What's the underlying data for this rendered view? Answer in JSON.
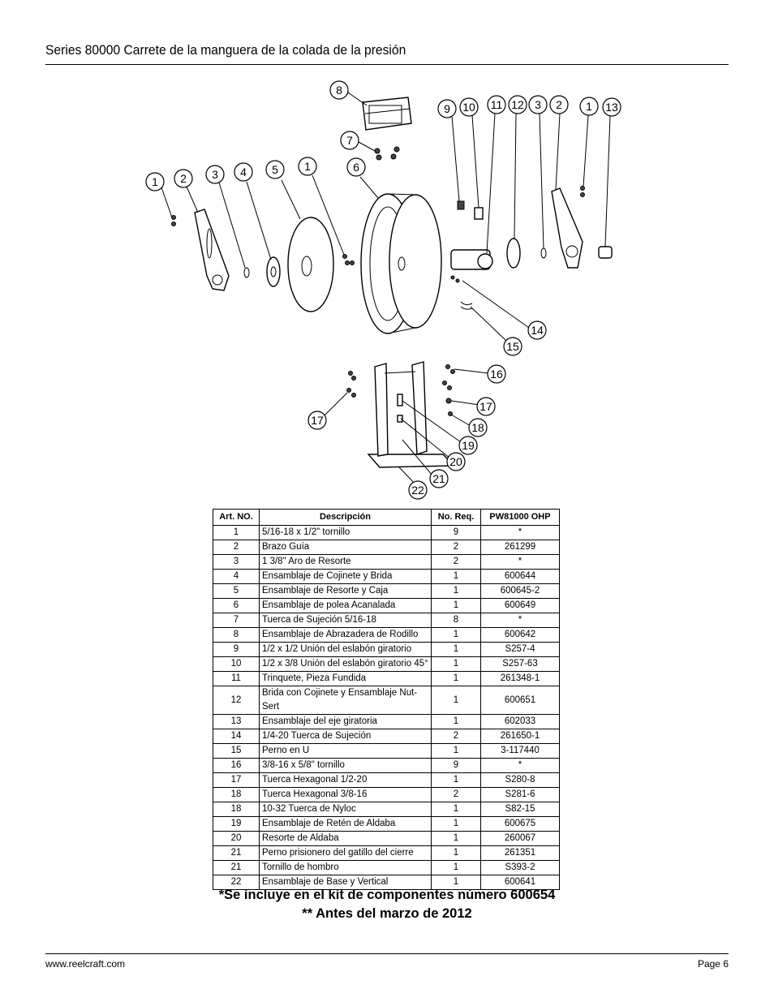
{
  "header": {
    "title": "Series 80000 Carrete de la manguera de la colada de la presión"
  },
  "diagram": {
    "callouts": [
      "8",
      "9",
      "10",
      "11",
      "12",
      "3",
      "2",
      "1",
      "13",
      "7",
      "1",
      "2",
      "3",
      "4",
      "5",
      "1",
      "6",
      "14",
      "15",
      "16",
      "17",
      "17",
      "18",
      "19",
      "20",
      "21",
      "22"
    ]
  },
  "table": {
    "headers": [
      "Art. NO.",
      "Descripción",
      "No. Req.",
      "PW81000 OHP"
    ],
    "rows": [
      [
        "1",
        "5/16-18 x 1/2\" tornillo",
        "9",
        "*"
      ],
      [
        "2",
        "Brazo Guía",
        "2",
        "261299"
      ],
      [
        "3",
        "1 3/8\" Aro de Resorte",
        "2",
        "*"
      ],
      [
        "4",
        "Ensamblaje de Cojinete y Brida",
        "1",
        "600644"
      ],
      [
        "5",
        "Ensamblaje de Resorte y Caja",
        "1",
        "600645-2"
      ],
      [
        "6",
        "Ensamblaje de polea Acanalada",
        "1",
        "600649"
      ],
      [
        "7",
        "Tuerca de Sujeción 5/16-18",
        "8",
        "*"
      ],
      [
        "8",
        "Ensamblaje de Abrazadera de Rodillo",
        "1",
        "600642"
      ],
      [
        "9",
        "1/2 x 1/2 Unión del eslabón giratorio",
        "1",
        "S257-4"
      ],
      [
        "10",
        "1/2 x 3/8 Unión del eslabón giratorio 45°",
        "1",
        "S257-63"
      ],
      [
        "11",
        "Trinquete, Pieza Fundida",
        "1",
        "261348-1"
      ],
      [
        "12",
        "Brida con Cojinete y Ensamblaje Nut-Sert",
        "1",
        "600651"
      ],
      [
        "13",
        "Ensamblaje del eje giratoria",
        "1",
        "602033"
      ],
      [
        "14",
        "1/4-20 Tuerca de Sujeción",
        "2",
        "261650-1"
      ],
      [
        "15",
        "Perno en U",
        "1",
        "3-117440"
      ],
      [
        "16",
        "3/8-16 x 5/8\" tornillo",
        "9",
        "*"
      ],
      [
        "17",
        "Tuerca Hexagonal 1/2-20",
        "1",
        "S280-8"
      ],
      [
        "18",
        "Tuerca Hexagonal 3/8-16",
        "2",
        "S281-6"
      ],
      [
        "18",
        "10-32 Tuerca de Nyloc",
        "1",
        "S82-15"
      ],
      [
        "19",
        "Ensamblaje de Retén de Aldaba",
        "1",
        "600675"
      ],
      [
        "20",
        "Resorte de Aldaba",
        "1",
        "260067"
      ],
      [
        "21",
        "Perno prisionero del gatillo del cierre",
        "1",
        "261351"
      ],
      [
        "21",
        "Tornillo de hombro",
        "1",
        "S393-2"
      ],
      [
        "22",
        "Ensamblaje de Base y Vertical",
        "1",
        "600641"
      ]
    ]
  },
  "notes": {
    "line1": "*Se incluye en el kit de componentes número 600654",
    "line2": "** Antes del marzo de 2012"
  },
  "footer": {
    "website": "www.reelcraft.com",
    "page": "Page 6"
  }
}
